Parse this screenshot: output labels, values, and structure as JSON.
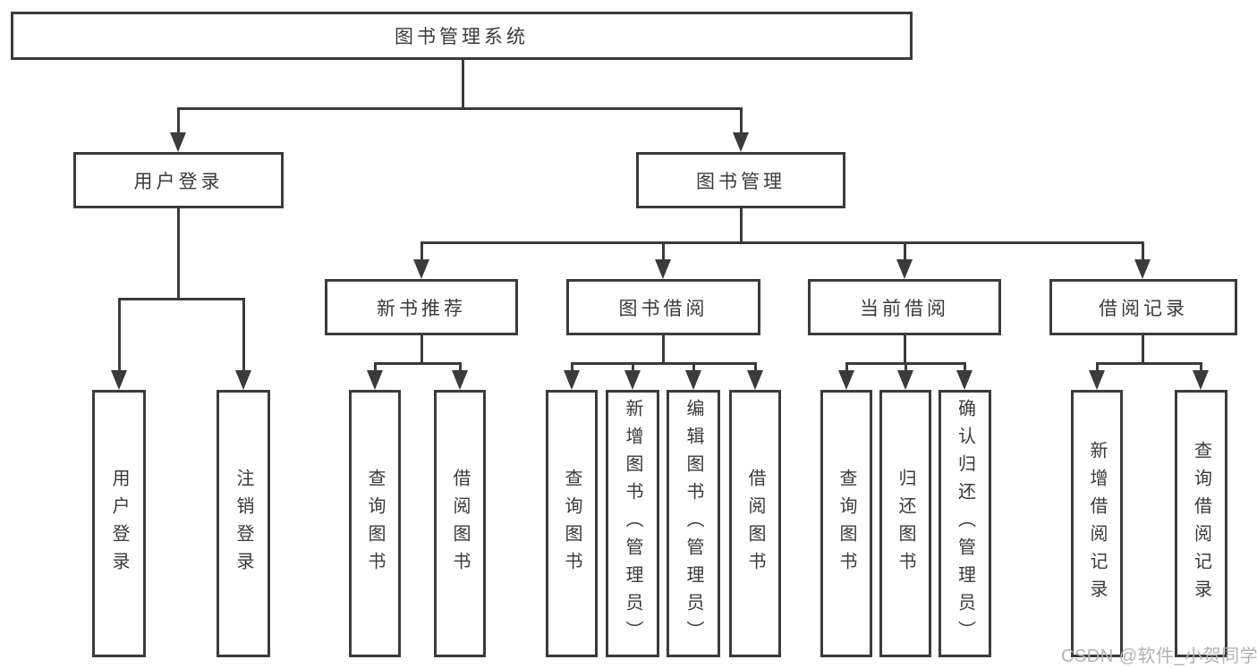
{
  "colors": {
    "line": "#3b3b3b",
    "text": "#3a3a3a",
    "background": "#ffffff",
    "watermark": "#b2b2b6"
  },
  "tree": {
    "root": {
      "label": "图书管理系统"
    },
    "branches": [
      {
        "label": "用户登录",
        "children": [
          {
            "label": "用户登录"
          },
          {
            "label": "注销登录"
          }
        ]
      },
      {
        "label": "图书管理",
        "children": [
          {
            "label": "新书推荐",
            "children": [
              {
                "label": "查询图书"
              },
              {
                "label": "借阅图书"
              }
            ]
          },
          {
            "label": "图书借阅",
            "children": [
              {
                "label": "查询图书"
              },
              {
                "label": "新增图书（管理员）"
              },
              {
                "label": "编辑图书（管理员）"
              },
              {
                "label": "借阅图书"
              }
            ]
          },
          {
            "label": "当前借阅",
            "children": [
              {
                "label": "查询图书"
              },
              {
                "label": "归还图书"
              },
              {
                "label": "确认归还（管理员）"
              }
            ]
          },
          {
            "label": "借阅记录",
            "children": [
              {
                "label": "新增借阅记录"
              },
              {
                "label": "查询借阅记录"
              }
            ]
          }
        ]
      }
    ]
  },
  "watermark": "CSDN @软件_小贺同学"
}
